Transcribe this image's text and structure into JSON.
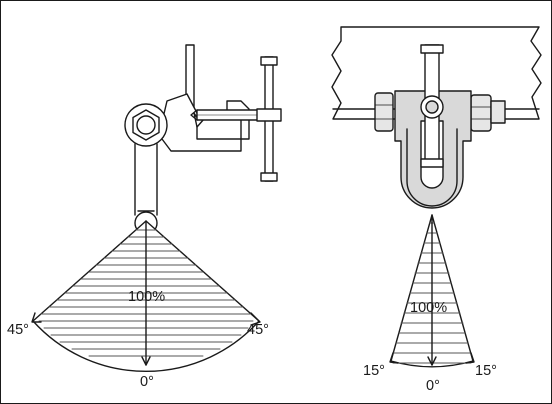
{
  "left_diagram": {
    "capacity_label": "100%",
    "left_angle_label": "45°",
    "right_angle_label": "45°",
    "bottom_angle_label": "0°"
  },
  "right_diagram": {
    "capacity_label": "100%",
    "left_angle_label": "15°",
    "right_angle_label": "15°",
    "bottom_angle_label": "0°"
  },
  "colors": {
    "line": "#1a1a1a",
    "shackle_fill": "#d9d9d9",
    "hatch": "#555555"
  }
}
